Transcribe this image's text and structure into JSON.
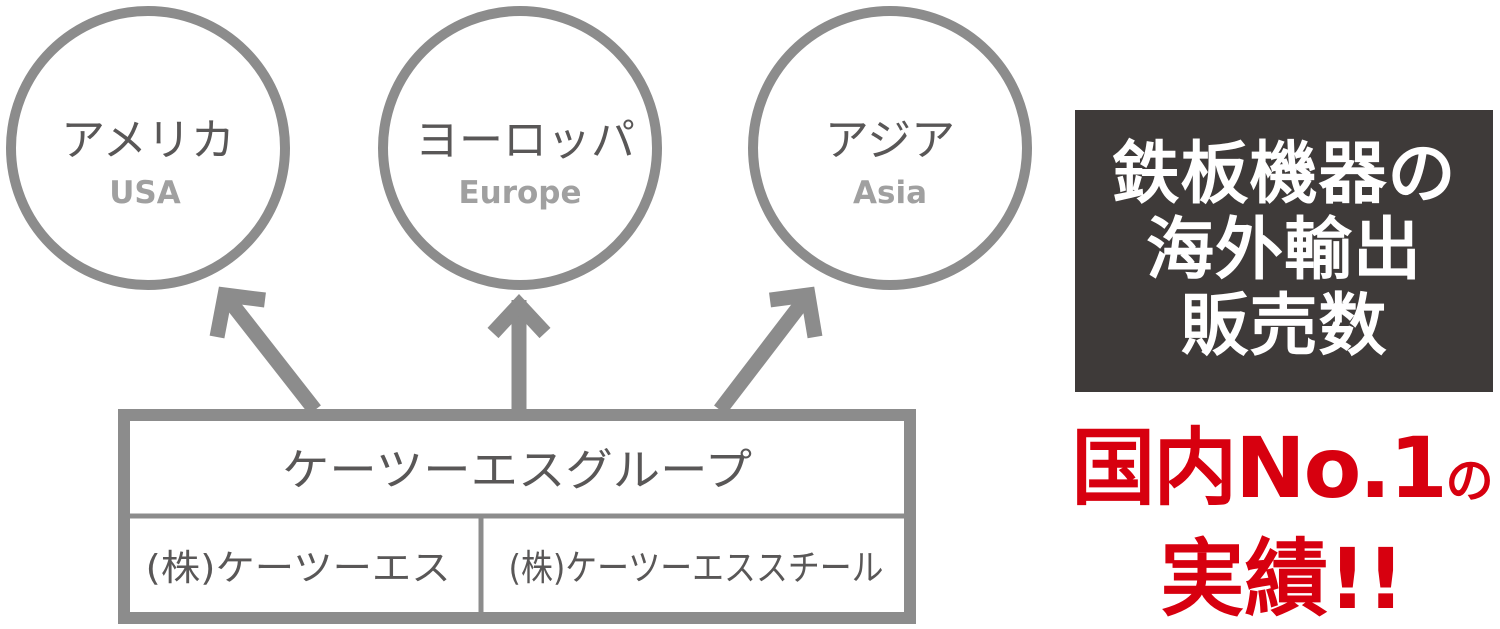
{
  "regions": [
    {
      "name_ja": "アメリカ",
      "name_en": "USA"
    },
    {
      "name_ja": "ヨーロッパ",
      "name_en": "Europe"
    },
    {
      "name_ja": "アジア",
      "name_en": "Asia"
    }
  ],
  "group": {
    "title": "ケーツーエスグループ",
    "companies": [
      "(株)ケーツーエス",
      "(株)ケーツーエススチール"
    ]
  },
  "panel": {
    "lines": [
      "鉄板機器の",
      "海外輸出",
      "販売数"
    ]
  },
  "claim": {
    "line1_main": "国内No.1",
    "line1_particle": "の",
    "line2": "実績!!"
  },
  "colors": {
    "diagram_gray": "#8c8c8c",
    "english_gray": "#a0a0a0",
    "panel_bg": "#3e3a39",
    "accent_red": "#d7000f"
  }
}
